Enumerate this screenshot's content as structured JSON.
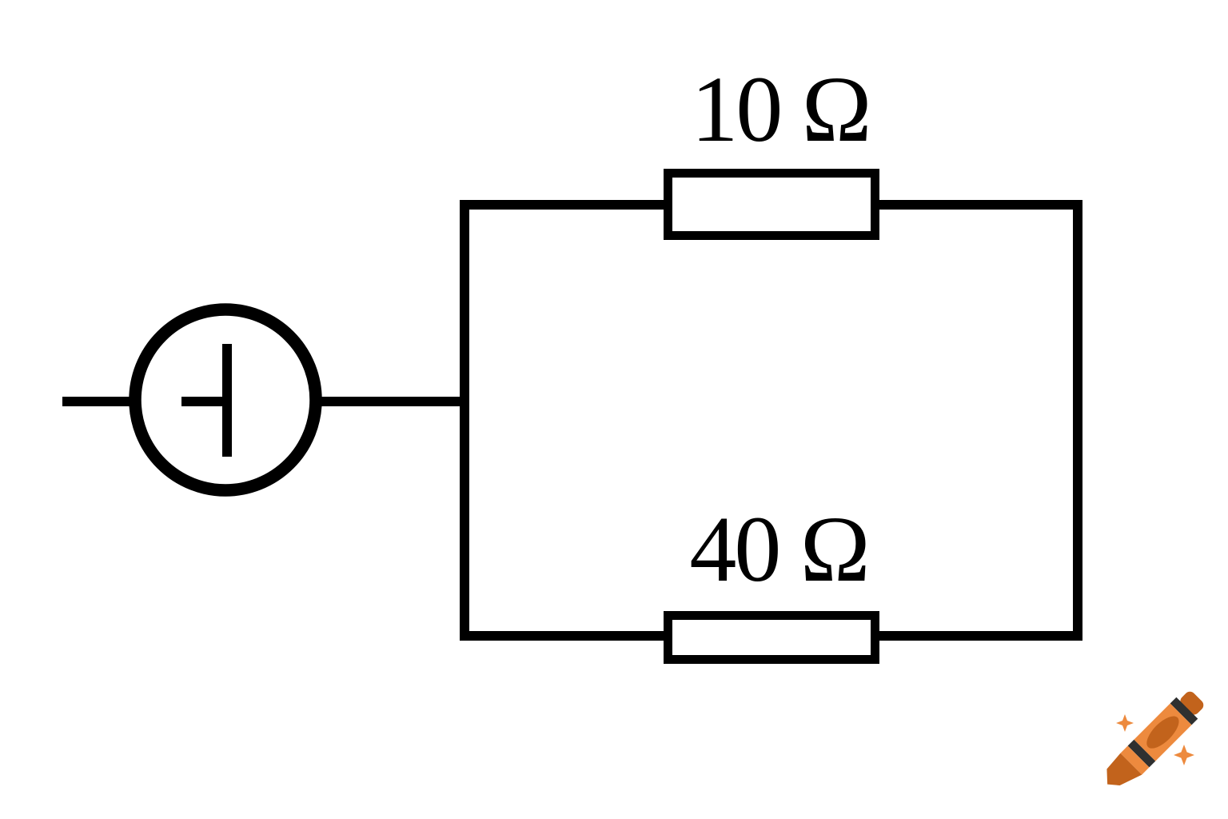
{
  "diagram": {
    "kind": "parallel-resistor-circuit",
    "source": {
      "symbol": "voltage-source",
      "shape": "circle-with-battery-plate"
    },
    "resistors": [
      {
        "position": "top",
        "label": "10 Ω",
        "value": 10,
        "unit": "Ω"
      },
      {
        "position": "bottom",
        "label": "40 Ω",
        "value": 40,
        "unit": "Ω"
      }
    ]
  },
  "colors": {
    "background": "#ffffff",
    "line": "#000000"
  },
  "watermark": {
    "icon": "crayon-icon",
    "body_color": "#ED8A3E",
    "dark_color": "#C2631C",
    "stripe_color": "#2F3030",
    "sparkle_color": "#ED8A3E"
  }
}
